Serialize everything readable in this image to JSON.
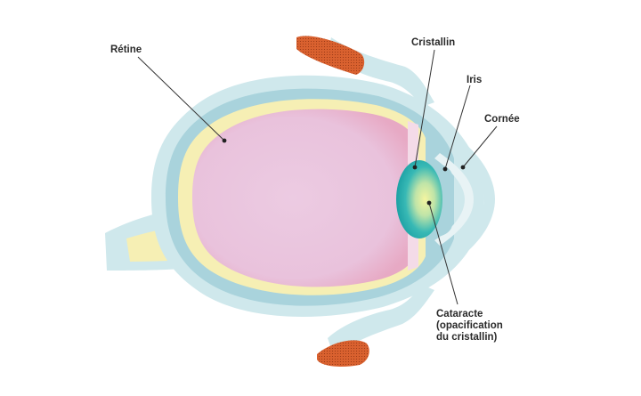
{
  "labels": {
    "retine": "Rétine",
    "cristallin": "Cristallin",
    "iris": "Iris",
    "cornee": "Cornée",
    "cataracte_line1": "Cataracte",
    "cataracte_line2": "(opacification",
    "cataracte_line3": "du cristallin)"
  },
  "colors": {
    "outer_sclera": "#cfe8ec",
    "choroid": "#a9d3dc",
    "retina_layer": "#f6efb4",
    "vitreous": "#ecc6df",
    "lens": "#2fb3b3",
    "lens_opacity": "#eef28a",
    "eyelid": "#d9612f",
    "leader_line": "#333333"
  },
  "icons": [
    "eye-cross-section-diagram"
  ]
}
